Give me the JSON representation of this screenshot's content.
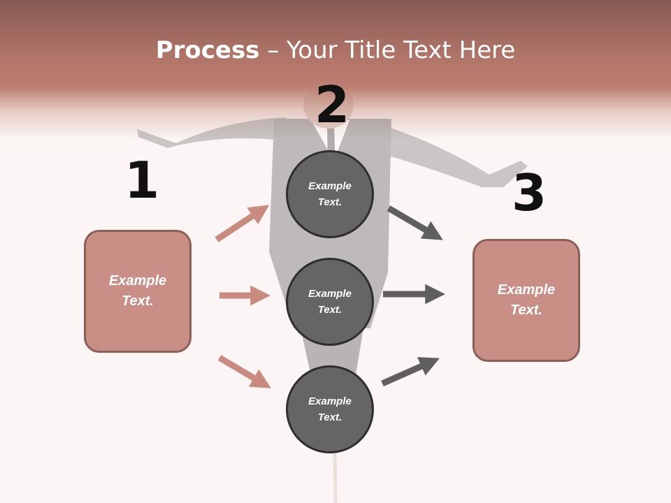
{
  "title": {
    "bold": "Process",
    "rest": " – Your Title Text Here"
  },
  "steps": [
    {
      "number": "1",
      "label": "Example\nText."
    },
    {
      "number": "2",
      "labels": [
        "Example\nText.",
        "Example\nText.",
        "Example\nText."
      ]
    },
    {
      "number": "3",
      "label": "Example\nText."
    }
  ],
  "colors": {
    "header": "#b07468",
    "box_fill": "#c98f86",
    "box_border": "#8b5e58",
    "circle_fill": "#656565",
    "circle_border": "#2e2e2e",
    "arrow_in": "#c98a80",
    "arrow_out": "#5f5f5f"
  }
}
